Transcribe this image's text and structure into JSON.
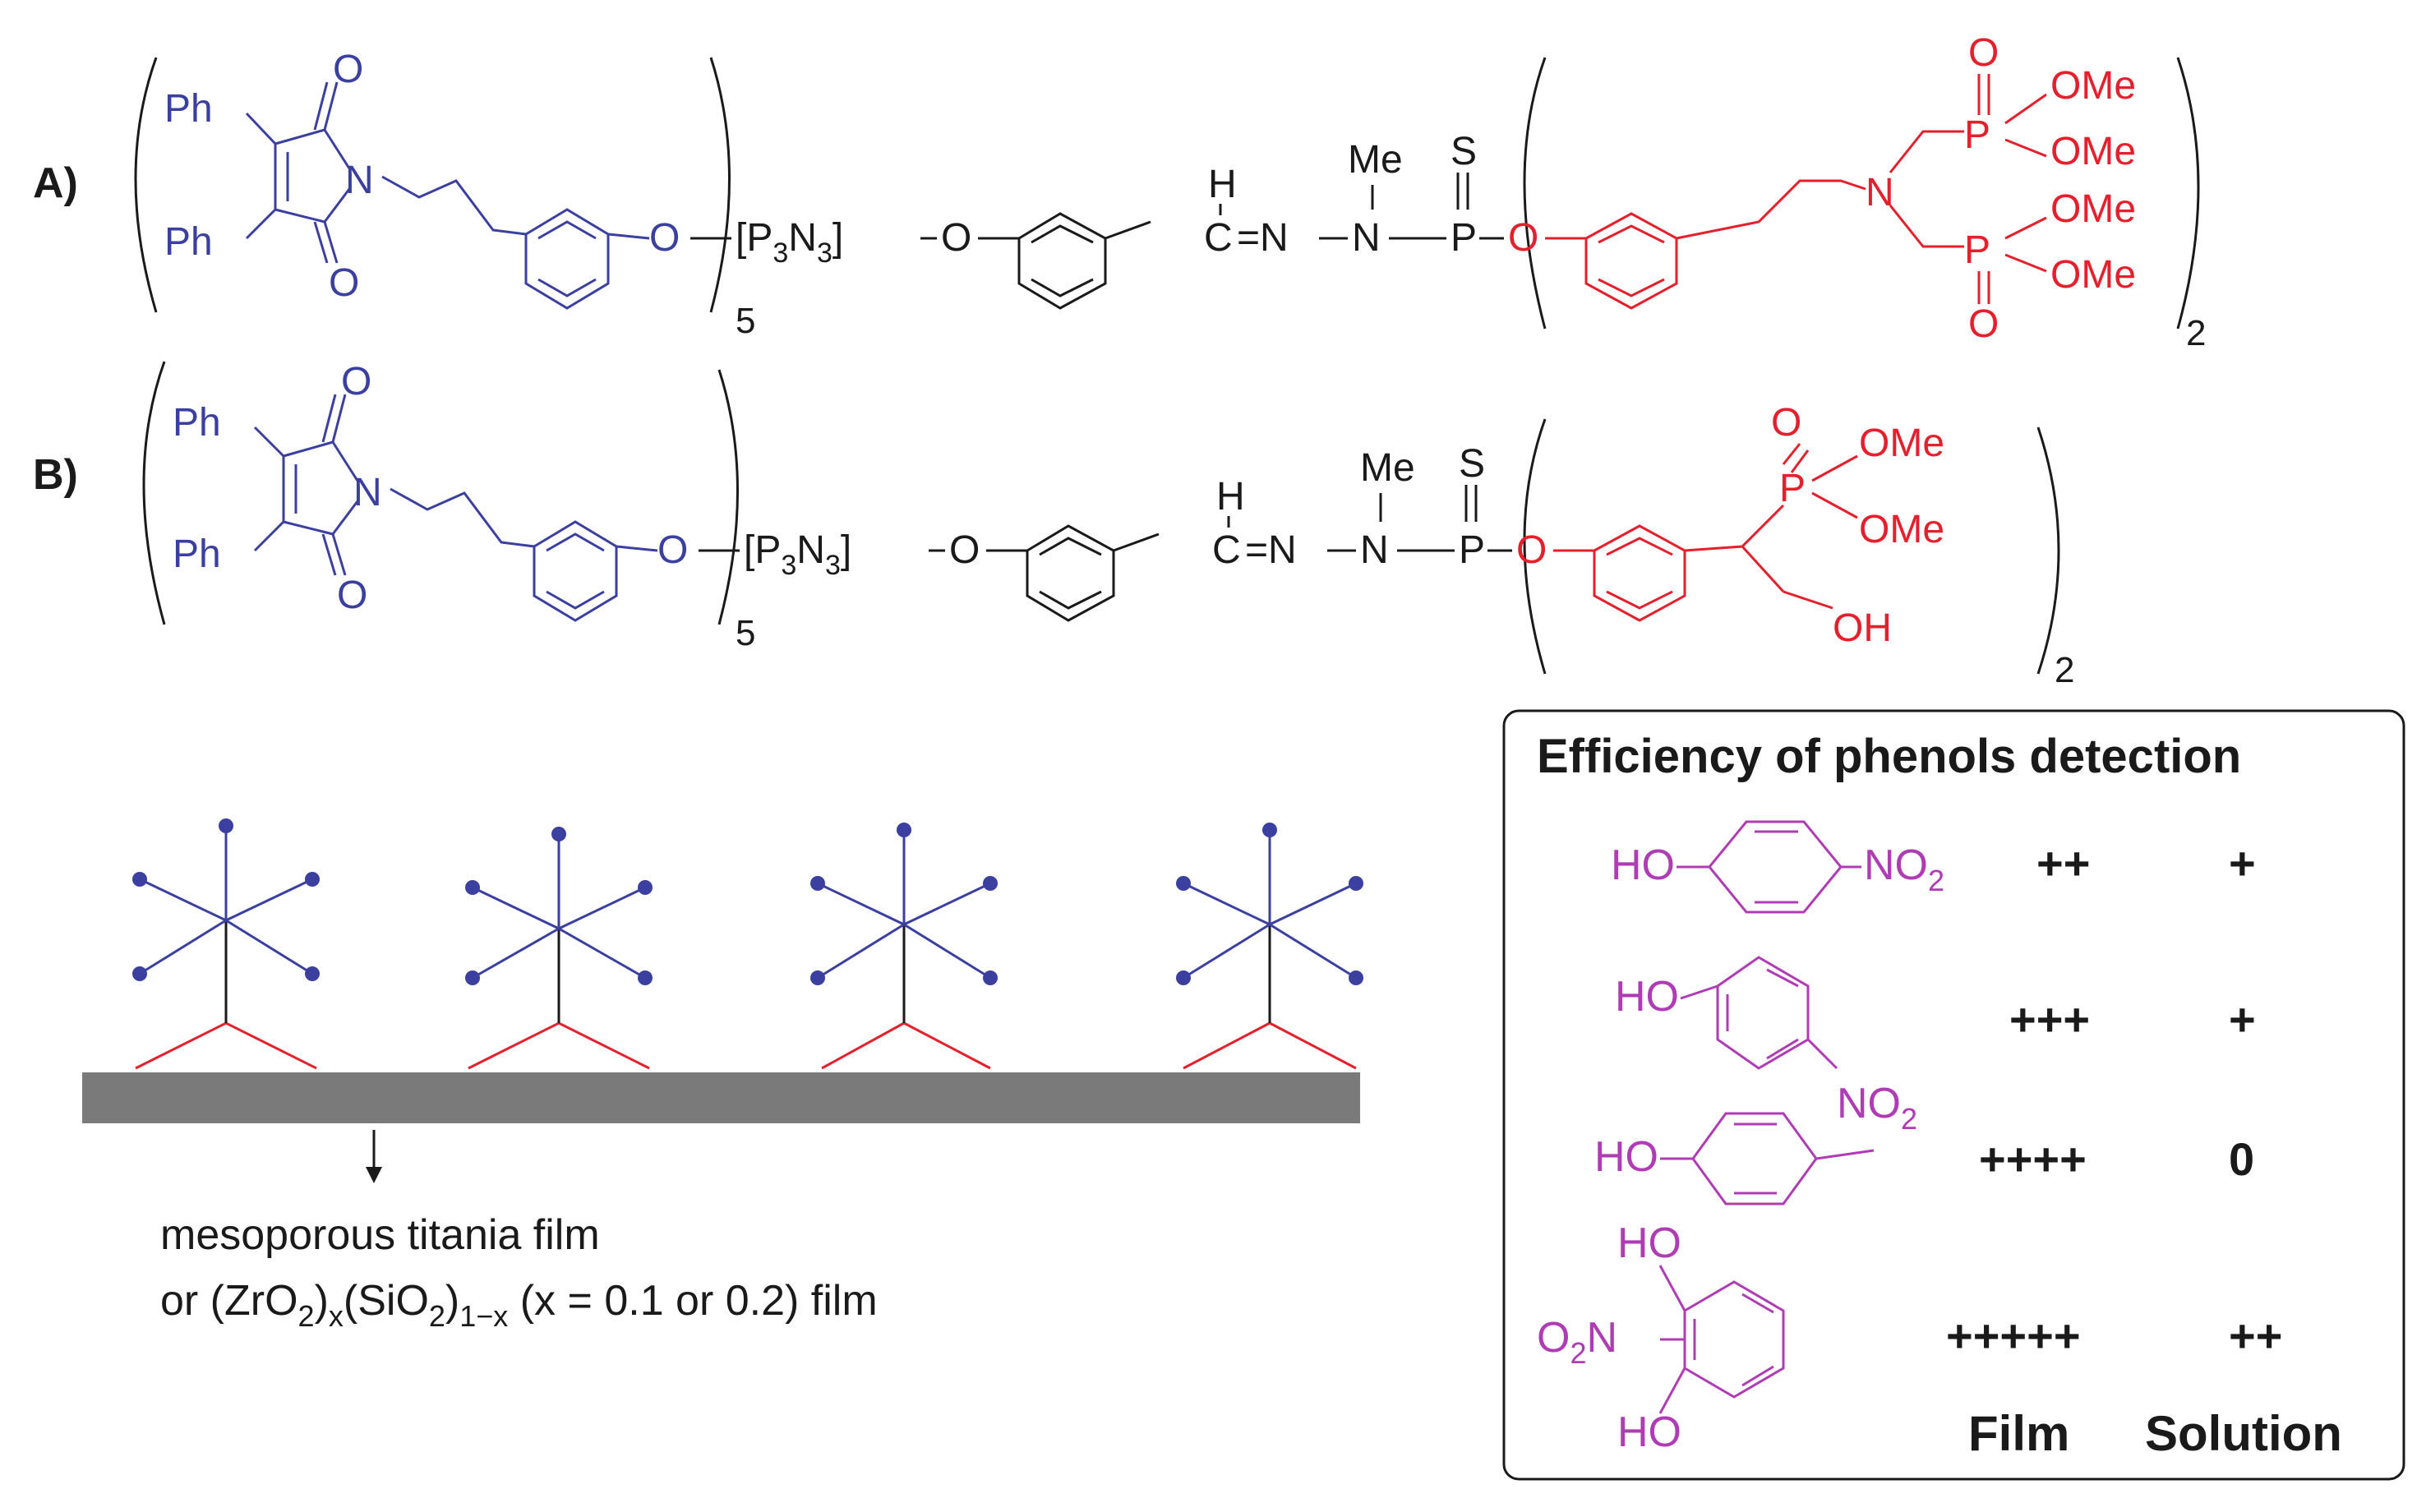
{
  "colors": {
    "chromophore": "#3b3fa0",
    "anchor": "#e5202c",
    "core": "#1a1a1a",
    "phenol": "#b03cb5",
    "substrate": "#7a7a7a"
  },
  "structure_a": {
    "label": "A)",
    "ph1": "Ph",
    "ph2": "Ph",
    "o_top": "O",
    "o_bot": "O",
    "n_imide": "N",
    "o_link": "O",
    "sub5": "5",
    "core": "[P3N3]",
    "core_p": "[P",
    "core_3a": "3",
    "core_n": "N",
    "core_3b": "3",
    "core_close": "]",
    "o_core": "O",
    "h": "H",
    "c": "C",
    "eq_n": "=N",
    "dash_n": "N",
    "me": "Me",
    "s": "S",
    "p": "P",
    "o_anchor": "O",
    "n_amine": "N",
    "p_top": "P",
    "o_p_top": "O",
    "ome1": "OMe",
    "ome2": "OMe",
    "p_bot": "P",
    "o_p_bot": "O",
    "ome3": "OMe",
    "ome4": "OMe",
    "sub2": "2"
  },
  "structure_b": {
    "label": "B)",
    "ph1": "Ph",
    "ph2": "Ph",
    "o_top": "O",
    "o_bot": "O",
    "n_imide": "N",
    "o_link": "O",
    "sub5": "5",
    "core_p": "[P",
    "core_3a": "3",
    "core_n": "N",
    "core_3b": "3",
    "core_close": "]",
    "o_core": "O",
    "h": "H",
    "c": "C",
    "eq_n": "=N",
    "dash_n": "N",
    "me": "Me",
    "s": "S",
    "p": "P",
    "o_anchor": "O",
    "p_phos": "P",
    "o_phos": "O",
    "ome1": "OMe",
    "ome2": "OMe",
    "oh": "OH",
    "sub2": "2"
  },
  "film": {
    "line1": "mesoporous titania film",
    "line2_prefix": "or (ZrO",
    "line2_s1": "2",
    "line2_mid1": ")",
    "line2_x1": "x",
    "line2_mid2": "(SiO",
    "line2_s2": "2",
    "line2_mid3": ")",
    "line2_x2": "1−x",
    "line2_suffix": " (x = 0.1 or 0.2) film"
  },
  "panel": {
    "title": "Efficiency of phenols detection",
    "col_film": "Film",
    "col_solution": "Solution",
    "rows": [
      {
        "ho": "HO",
        "group": "NO",
        "group_sub": "2",
        "film": "++",
        "solution": "+"
      },
      {
        "ho": "HO",
        "group": "NO",
        "group_sub": "2",
        "film": "+++",
        "solution": "+"
      },
      {
        "ho": "HO",
        "group": "",
        "group_sub": "",
        "film": "++++",
        "solution": "0"
      },
      {
        "ho_top": "HO",
        "ho_bot": "HO",
        "group": "O",
        "group_sub": "2",
        "group_n": "N",
        "film": "+++++",
        "solution": "++"
      }
    ]
  }
}
